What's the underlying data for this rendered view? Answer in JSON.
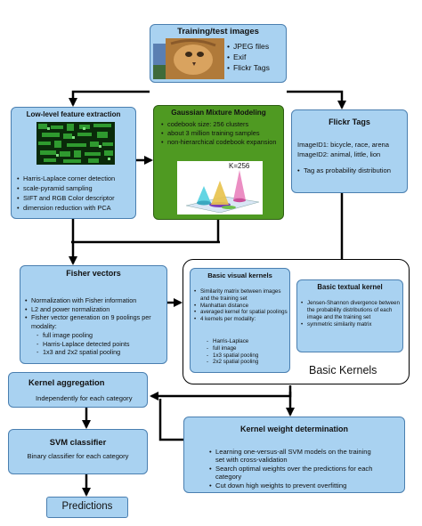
{
  "training": {
    "title": "Training/test images",
    "items": [
      "JPEG files",
      "Exif",
      "Flickr Tags"
    ]
  },
  "lowlevel": {
    "title": "Low-level feature extraction",
    "items": [
      "Harris-Laplace corner detection",
      "scale-pyramid sampling",
      "SIFT and RGB Color descriptor",
      "dimension reduction with PCA"
    ]
  },
  "gmm": {
    "title": "Gaussian Mixture Modeling",
    "items": [
      "codebook size: 256 clusters",
      "about 3 million training samples",
      "non-hierarchical codebook expansion"
    ],
    "k_label": "K=256"
  },
  "flickr": {
    "title": "Flickr Tags",
    "line1": "ImageID1: bicycle, race, arena",
    "line2": "ImageID2: animal, little, lion",
    "bullet": "Tag as probability distribution"
  },
  "fisher": {
    "title": "Fisher vectors",
    "items": [
      "Normalization with Fisher information",
      "L2 and power normalization",
      "Fisher vector generation on 9 poolings per modality:"
    ],
    "sub": [
      "full image pooling",
      "Harris-Laplace detected points",
      "1x3 and 2x2 spatial pooling"
    ]
  },
  "visual": {
    "title": "Basic visual kernels",
    "items": [
      "Similarity matrix between images and the training set",
      "Manhattan distance",
      "averaged kernel for spatial poolings",
      "4 kernels per modality:"
    ],
    "sub": [
      "Harris-Laplace",
      "full image",
      "1x3 spatial pooling",
      "2x2 spatial pooling"
    ]
  },
  "textual": {
    "title": "Basic textual kernel",
    "items": [
      "Jensen-Shannon divergence between the probability distributions of each image and the training set",
      "symmetric similarity matrix"
    ]
  },
  "basic_kernels_label": "Basic Kernels",
  "aggregation": {
    "title": "Kernel aggregation",
    "text": "Independently for each category"
  },
  "svm": {
    "title": "SVM classifier",
    "text": "Binary classifier for each category"
  },
  "weight": {
    "title": "Kernel weight determination",
    "items": [
      "Learning one-versus-all SVM models on the training set with cross-validation",
      "Search optimal weights over the predictions for each category",
      "Cut down high weights to prevent overfitting"
    ]
  },
  "predictions": "Predictions",
  "colors": {
    "box_fill": "#a9d2f1",
    "box_border": "#4a7fb0",
    "gmm_fill": "#4f9a22",
    "arrow": "#000000"
  }
}
